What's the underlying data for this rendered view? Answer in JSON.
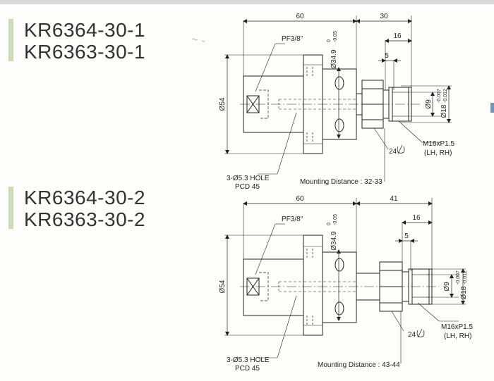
{
  "sections": [
    {
      "model_lines": [
        "KR6364-30-1",
        "KR6363-30-1"
      ],
      "dim_60": "60",
      "dim_30": "30",
      "dim_16": "16",
      "dim_5": "5",
      "pf": "PF3/8\"",
      "dia_54": "Ø54",
      "dia_349": "Ø34.9",
      "tol_349_upper": "0",
      "tol_349_lower": "-0.05",
      "dia_9": "Ø9",
      "dia_18": "Ø18",
      "tol_18_upper": "-0.007",
      "tol_18_lower": "-0.012",
      "thread": "M16xP1.5",
      "thread_dir": "(LH, RH)",
      "hex": "24",
      "hole": "3-Ø5.3 HOLE",
      "pcd": "PCD 45",
      "mounting": "Mounting Distance : 32-33"
    },
    {
      "model_lines": [
        "KR6364-30-2",
        "KR6363-30-2"
      ],
      "dim_60": "60",
      "dim_30": "41",
      "dim_16": "16",
      "dim_5": "5",
      "pf": "PF3/8\"",
      "dia_54": "Ø54",
      "dia_349": "Ø34.9",
      "tol_349_upper": "0",
      "tol_349_lower": "-0.05",
      "dia_9": "Ø9",
      "dia_18": "Ø18",
      "tol_18_upper": "-0.007",
      "tol_18_lower": "-0.012",
      "thread": "M16xP1.5",
      "thread_dir": "(LH, RH)",
      "hex": "24",
      "hole": "3-Ø5.3 HOLE",
      "pcd": "PCD 45",
      "mounting": "Mounting Distance : 43-44"
    }
  ]
}
